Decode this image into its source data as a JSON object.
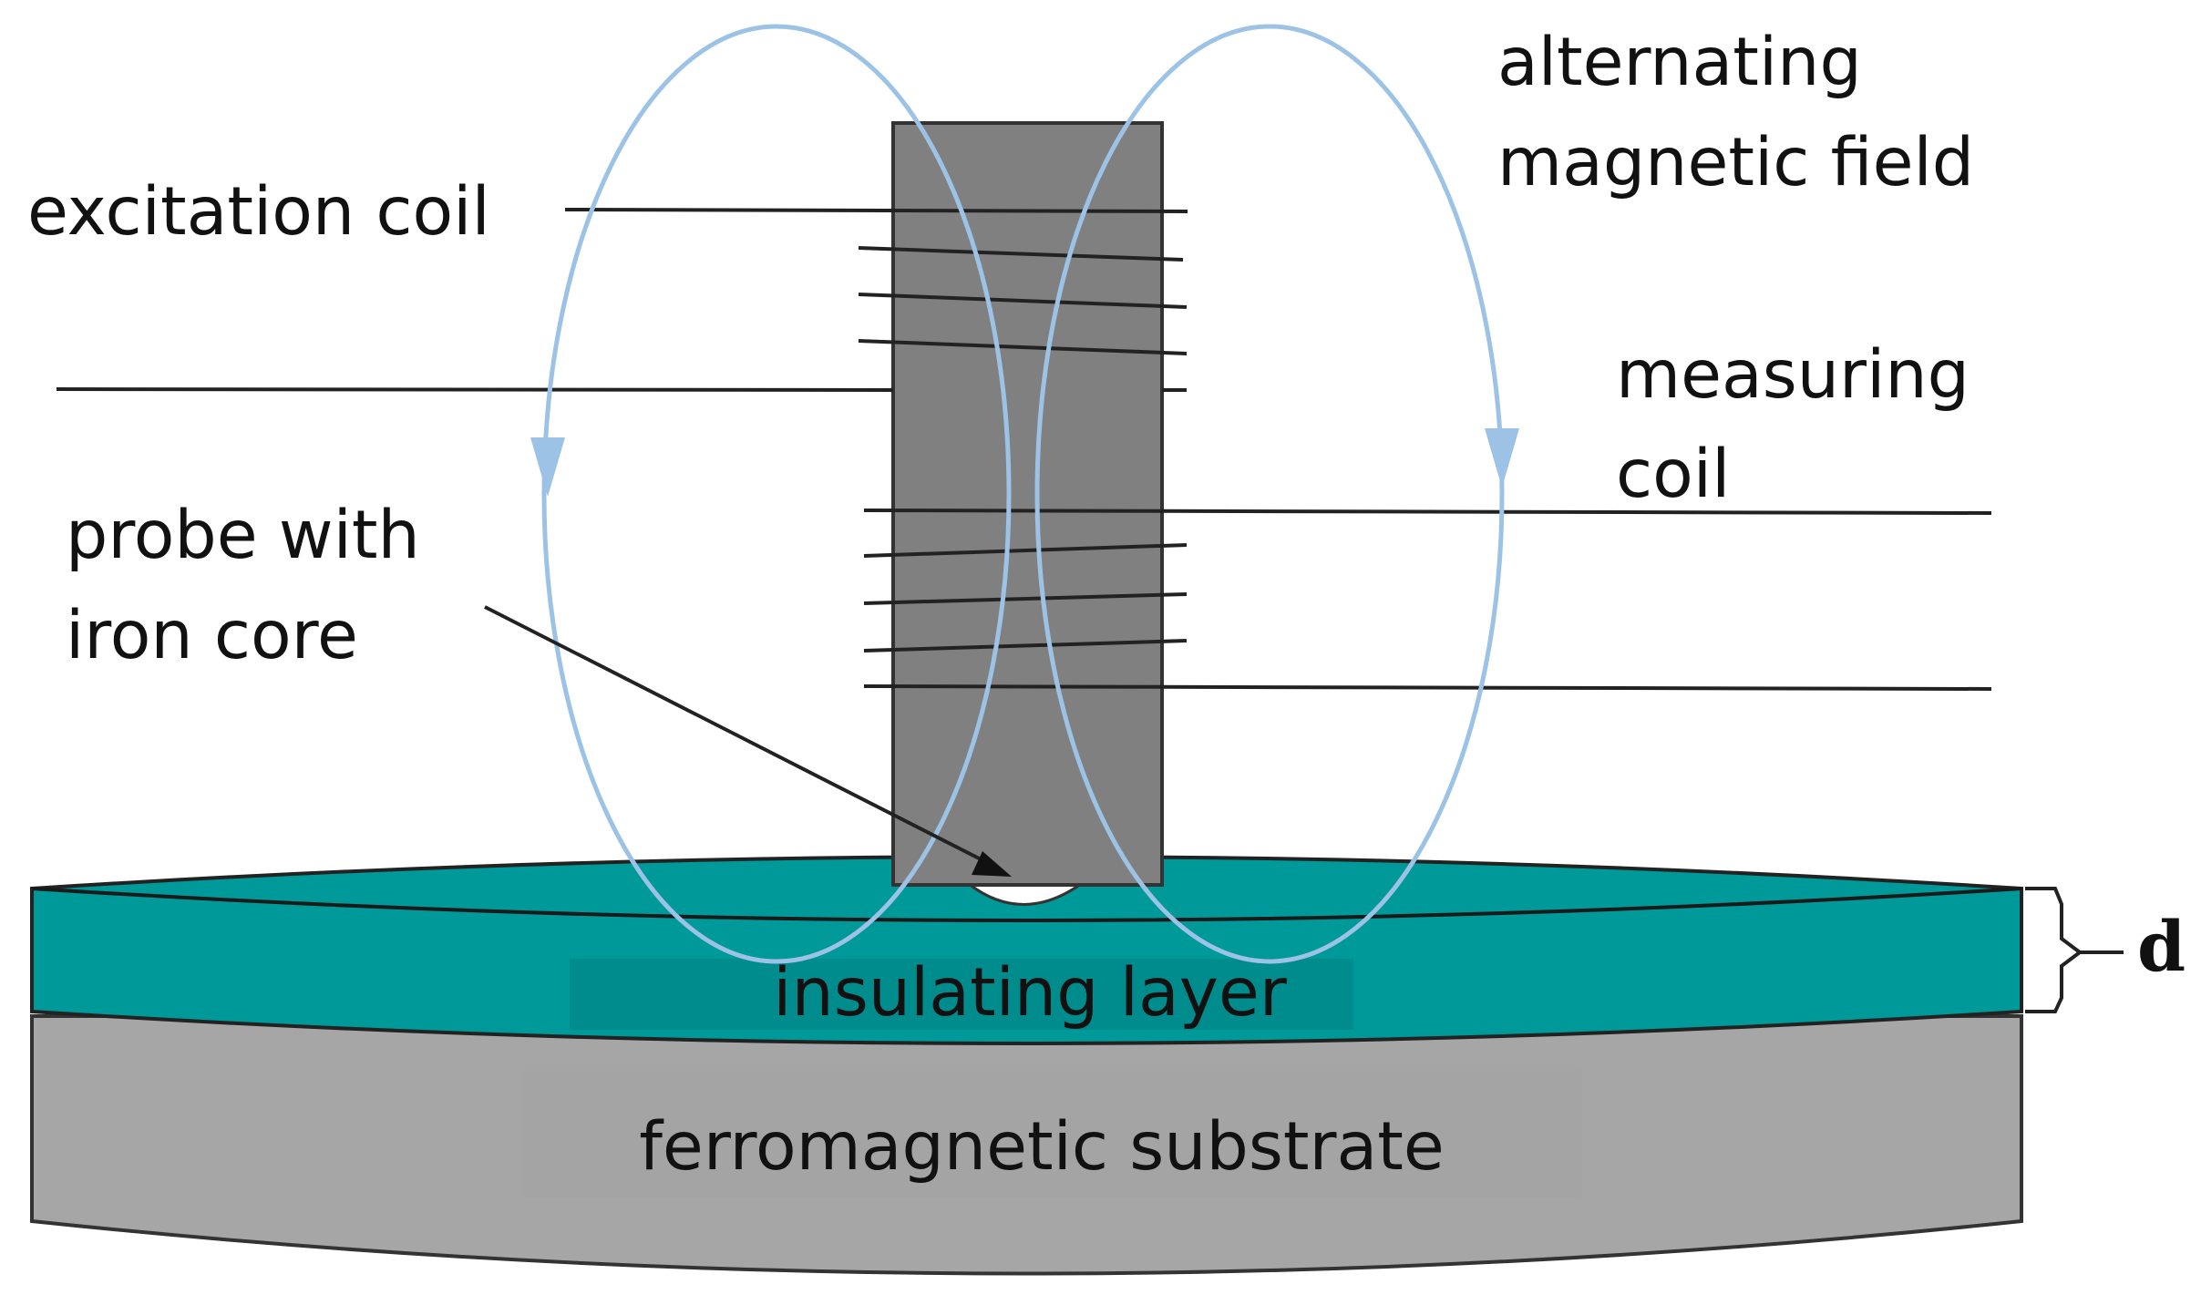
{
  "labels": {
    "field_line1": "alternating",
    "field_line2": "magnetic field",
    "excitation_coil": "excitation coil",
    "measuring_line1": "measuring",
    "measuring_line2": "coil",
    "probe_line1": "probe with",
    "probe_line2": "iron core",
    "insulating_layer": "insulating layer",
    "substrate": "ferromagnetic substrate",
    "thickness": "d"
  },
  "colors": {
    "field_lines": "#9cc3e6",
    "iron_core": "#808080",
    "insulating_layer": "#009999",
    "substrate": "#a6a6a6",
    "wire": "#222222"
  }
}
